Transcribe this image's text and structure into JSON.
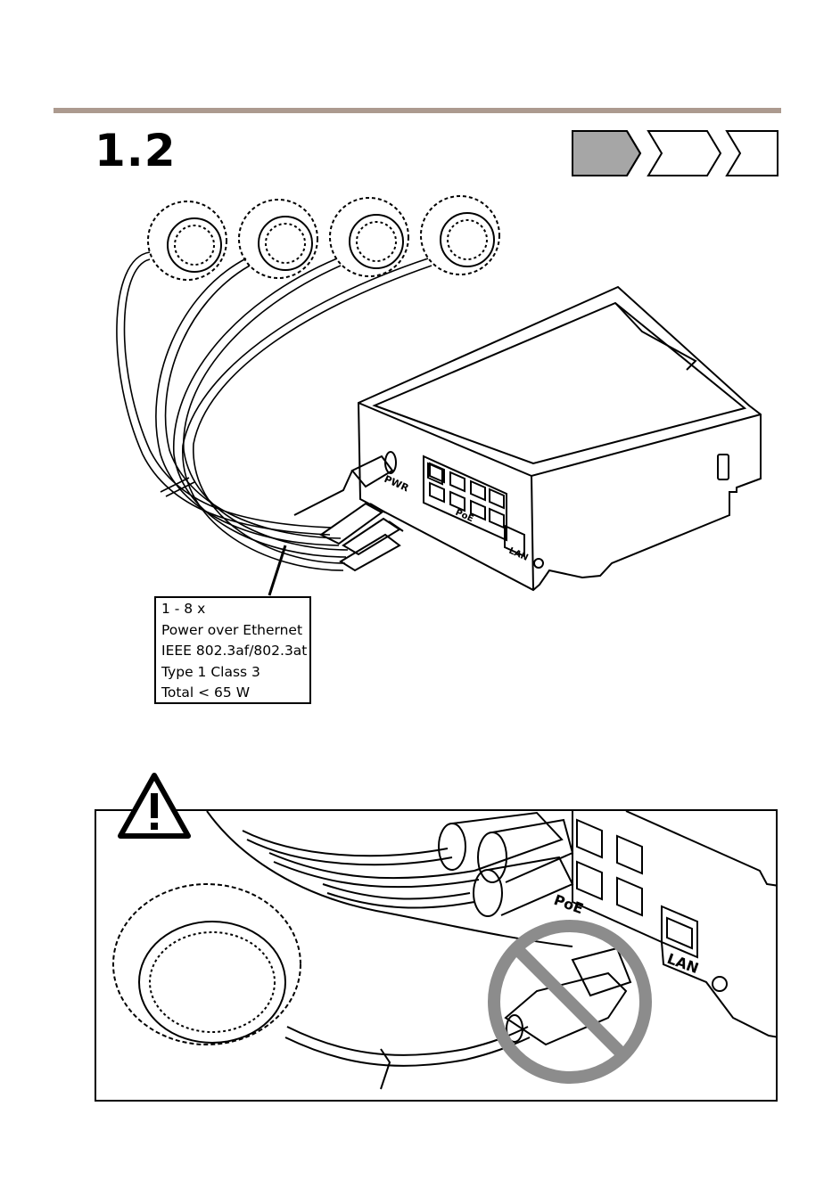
{
  "step": {
    "number": "1.2"
  },
  "progress_indicator": {
    "total_steps": 3,
    "current_step": 1,
    "active_color": "#a6a6a6"
  },
  "colors": {
    "rule": "#ac9a8f",
    "prohibition": "#8c8c8c"
  },
  "spec_box": {
    "lines": [
      "1 - 8 x",
      "Power over Ethernet",
      "IEEE 802.3af/802.3at",
      "Type 1 Class 3",
      "Total < 65 W"
    ]
  },
  "device_labels": {
    "power": "PWR",
    "poe": "PoE",
    "lan": "LAN"
  },
  "icons": {
    "warning": "warning-triangle-icon",
    "prohibited": "prohibition-icon"
  }
}
